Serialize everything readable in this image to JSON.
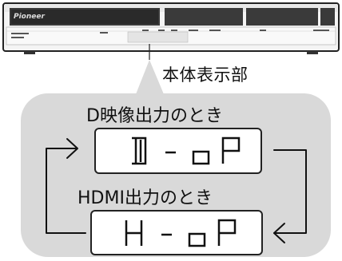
{
  "device": {
    "brand": "Pioneer",
    "body_display_label": "本体表示部"
  },
  "modes": [
    {
      "title": "D映像出力のとき",
      "display_code": "D-oP"
    },
    {
      "title": "HDMI出力のとき",
      "display_code": "H-oP"
    }
  ],
  "colors": {
    "panel": "#d9d9d9",
    "device_body": "#f2f2f2",
    "outline": "#222222"
  }
}
